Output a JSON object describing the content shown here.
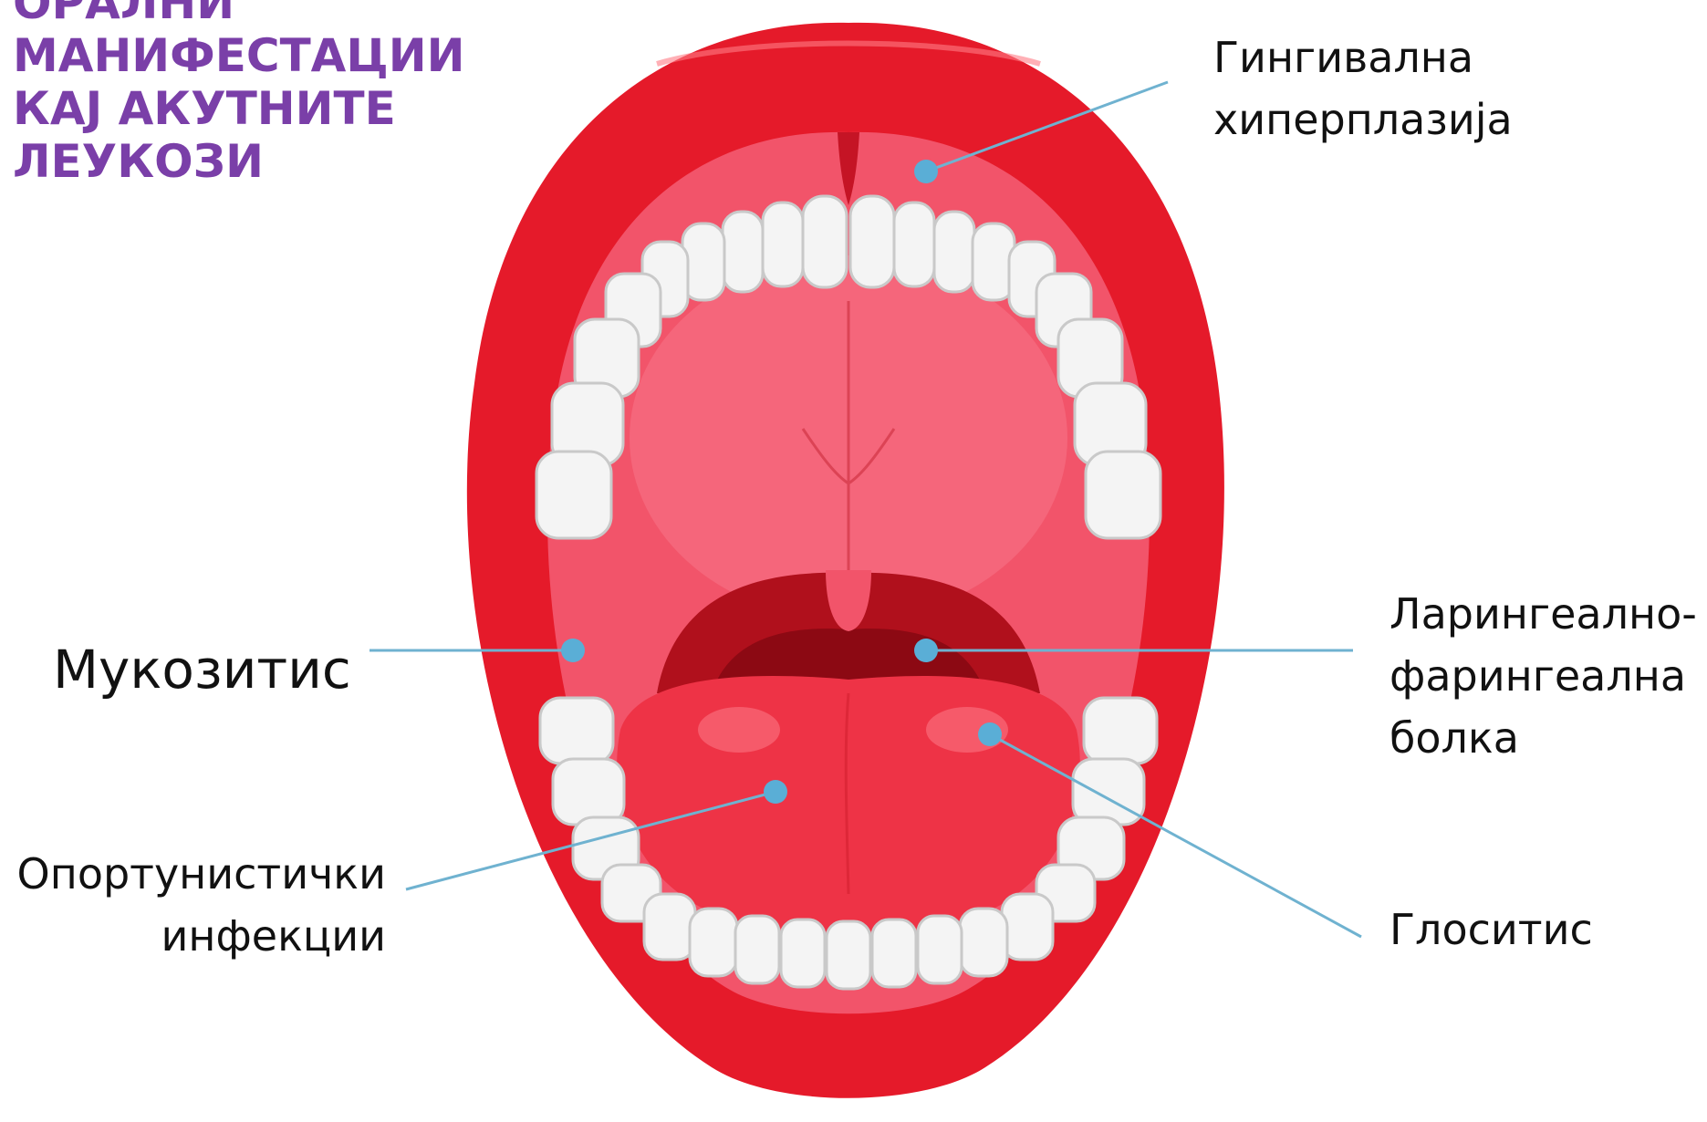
{
  "title": {
    "lines": [
      "ОРАЛНИ",
      "МАНИФЕСТАЦИИ",
      "КАЈ АКУТНИТЕ",
      "ЛЕУКОЗИ"
    ],
    "color": "#7a3fa8"
  },
  "labels": {
    "gingival": [
      "Гингивална",
      "хиперплазија"
    ],
    "mucositis": [
      "Мукозитис"
    ],
    "laryngo": [
      "Ларингеално-",
      "фарингеална",
      "болка"
    ],
    "opportunistic": [
      "Опортунистички",
      "инфекции"
    ],
    "glossitis": [
      "Глоситис"
    ]
  },
  "colors": {
    "lips": "#e51a2a",
    "oral_cavity": "#f2546a",
    "tongue": "#ee3346",
    "throat": "#b0101c",
    "teeth": "#f4f4f4",
    "pointer": "#6fb2d0",
    "marker": "#5aaed6"
  }
}
